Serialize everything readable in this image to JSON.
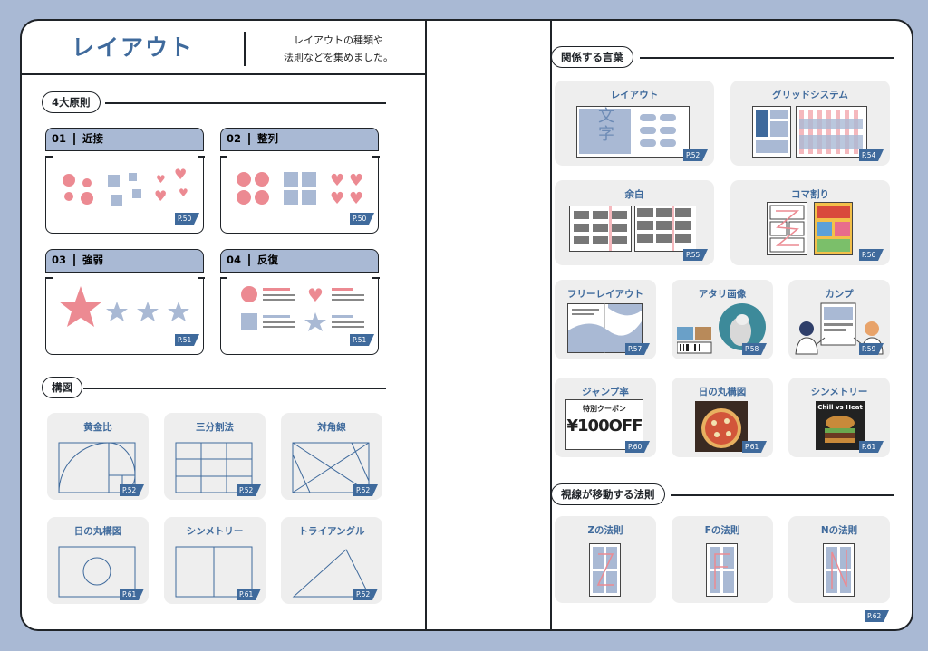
{
  "left": {
    "title": "レイアウト",
    "subtitle_line1": "レイアウトの種類や",
    "subtitle_line2": "法則などを集めました。",
    "section_principles": "4大原則",
    "principles": [
      {
        "num": "01",
        "name": "近接",
        "page": "P.50"
      },
      {
        "num": "02",
        "name": "整列",
        "page": "P.50"
      },
      {
        "num": "03",
        "name": "強弱",
        "page": "P.51"
      },
      {
        "num": "04",
        "name": "反復",
        "page": "P.51"
      }
    ],
    "section_composition": "構図",
    "compositions": [
      {
        "label": "黄金比",
        "page": "P.52"
      },
      {
        "label": "三分割法",
        "page": "P.52"
      },
      {
        "label": "対角線",
        "page": "P.52"
      },
      {
        "label": "日の丸構図",
        "page": "P.61"
      },
      {
        "label": "シンメトリー",
        "page": "P.61"
      },
      {
        "label": "トライアングル",
        "page": "P.52"
      }
    ]
  },
  "right": {
    "section_related": "関係する言葉",
    "related": [
      {
        "label": "レイアウト",
        "page": "P.52"
      },
      {
        "label": "グリッドシステム",
        "page": "P.54"
      },
      {
        "label": "余白",
        "page": "P.55"
      },
      {
        "label": "コマ割り",
        "page": "P.56"
      },
      {
        "label": "フリーレイアウト",
        "page": "P.57"
      },
      {
        "label": "アタリ画像",
        "page": "P.58"
      },
      {
        "label": "カンプ",
        "page": "P.59"
      },
      {
        "label": "ジャンプ率",
        "page": "P.60"
      },
      {
        "label": "日の丸構図",
        "page": "P.61"
      },
      {
        "label": "シンメトリー",
        "page": "P.61"
      }
    ],
    "layout_char": "文字",
    "coupon_label": "特別クーポン",
    "coupon_value": "¥100OFF",
    "chill_text": "Chill vs Heat",
    "section_gaze": "視線が移動する法則",
    "gaze": [
      {
        "label": "Zの法則"
      },
      {
        "label": "Fの法則"
      },
      {
        "label": "Nの法則"
      }
    ],
    "gaze_page": "P.62"
  },
  "colors": {
    "accent": "#3f6a9c",
    "blue": "#a9b9d4",
    "pink": "#ec8a92",
    "gray": "#eeeeee"
  }
}
